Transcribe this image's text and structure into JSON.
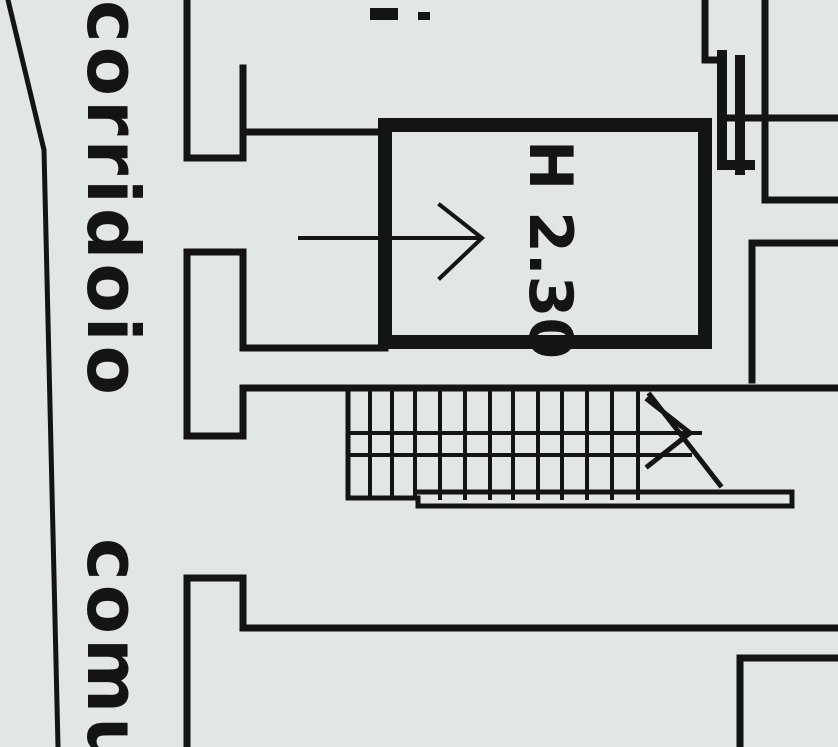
{
  "labels": {
    "corridor_1": "corridoio",
    "corridor_2": "comu",
    "room_height": "H 2.30"
  },
  "colors": {
    "paper": "#e2e6e4",
    "ink": "#141414"
  }
}
